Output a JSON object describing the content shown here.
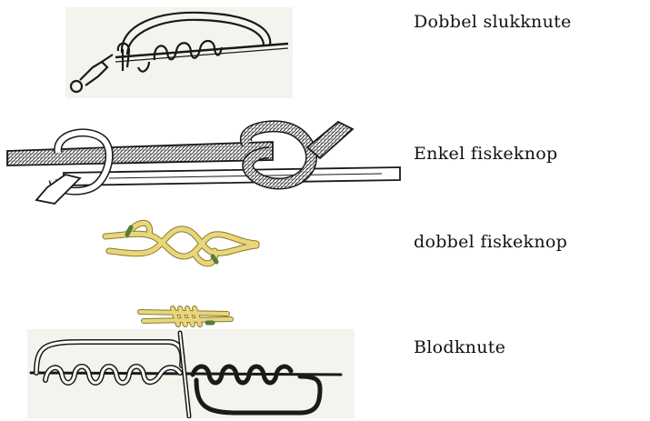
{
  "knots": [
    {
      "label": "Dobbel slukknute",
      "illustration": "double-lure-knot-drawing"
    },
    {
      "label": "Enkel fiskeknop",
      "illustration": "single-fisherman-knot-drawing"
    },
    {
      "label": "dobbel fiskeknop",
      "illustration": "double-fisherman-knot-drawing"
    },
    {
      "label": "Blodknute",
      "illustration": "blood-knot-drawing"
    }
  ],
  "colors": {
    "line": "#1a1a1a",
    "rope_yellow": "#e8d77a",
    "rope_tip_green": "#5a7a3a",
    "paper_bg": "#f4f3ee"
  }
}
